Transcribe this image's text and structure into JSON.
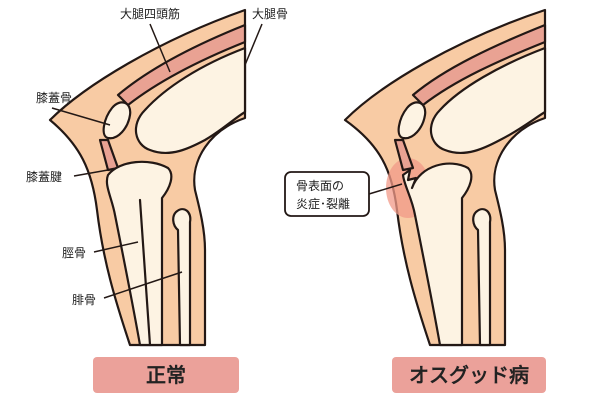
{
  "labels": {
    "quadriceps": "大腿四頭筋",
    "femur": "大腿骨",
    "patella": "膝蓋骨",
    "patellar_tendon": "膝蓋腱",
    "tibia": "脛骨",
    "fibula": "腓骨",
    "bone_surface_1": "骨表面の",
    "bone_surface_2": "炎症･裂離"
  },
  "captions": {
    "normal": "正常",
    "osgood": "オスグッド病"
  },
  "colors": {
    "skin": "#f8cba4",
    "bone": "#fdf3e3",
    "muscle": "#e9a293",
    "inflammation": "#f29a88",
    "caption_bg": "#eba19a",
    "outline": "#231815"
  }
}
